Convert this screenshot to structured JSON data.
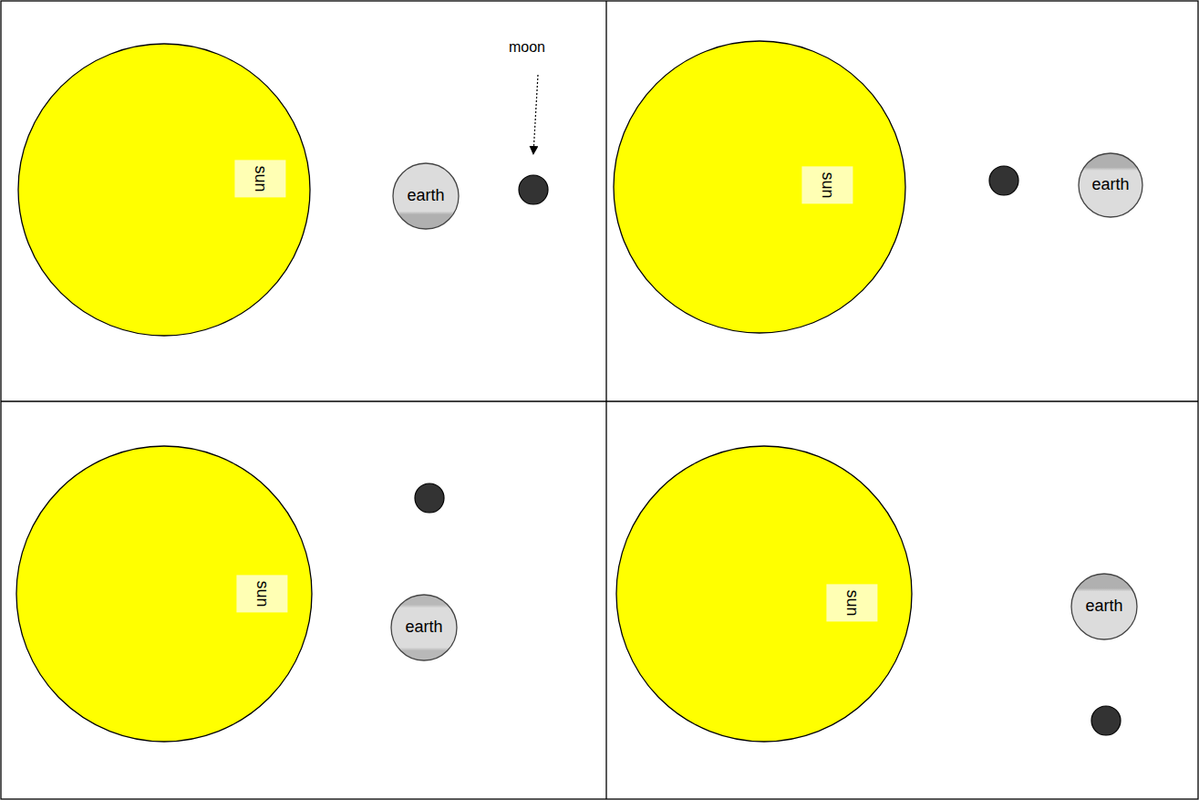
{
  "diagram": {
    "nodes": [
      {
        "text": [
          "sun"
        ]
      },
      {
        "text": [
          "earth"
        ]
      },
      {
        "text": [
          "sun"
        ]
      },
      {
        "text": [
          "earth"
        ]
      },
      {
        "text": [
          "sun"
        ]
      },
      {
        "text": [
          "earth"
        ]
      },
      {
        "text": [
          "sun"
        ]
      },
      {
        "text": [
          "earth"
        ]
      }
    ],
    "labels": [
      "moon"
    ]
  }
}
